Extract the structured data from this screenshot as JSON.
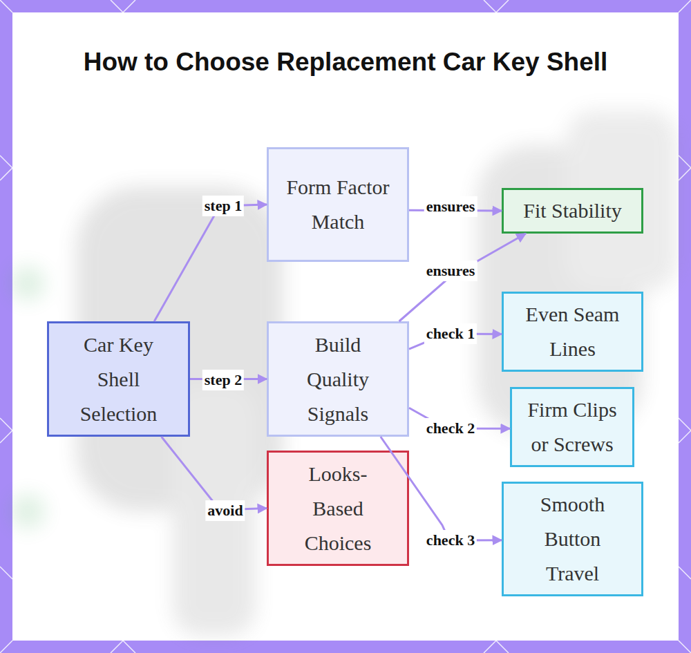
{
  "diagram": {
    "title": "How to Choose Replacement Car Key Shell",
    "nodes": [
      {
        "text": [
          "Car Key Shell Selection"
        ]
      },
      {
        "text": [
          "Form Factor Match"
        ]
      },
      {
        "text": [
          "Fit Stability"
        ]
      },
      {
        "text": [
          "Build Quality Signals"
        ]
      },
      {
        "text": [
          "Even Seam Lines"
        ]
      },
      {
        "text": [
          "Firm Clips or Screws"
        ]
      },
      {
        "text": [
          "Looks-Based Choices"
        ]
      },
      {
        "text": [
          "Smooth Button Travel"
        ]
      }
    ],
    "edges": [
      {
        "from": 0,
        "to": 1,
        "label": "step 1",
        "arrow": "to"
      },
      {
        "from": 0,
        "to": 3,
        "label": "step 2",
        "arrow": "to"
      },
      {
        "from": 0,
        "to": 6,
        "label": "avoid",
        "arrow": "to"
      },
      {
        "from": 1,
        "to": 2,
        "label": "ensures",
        "arrow": "to"
      },
      {
        "from": 3,
        "to": 2,
        "label": "ensures",
        "arrow": "to"
      },
      {
        "from": 3,
        "to": 4,
        "label": "check 1",
        "arrow": "to"
      },
      {
        "from": 3,
        "to": 5,
        "label": "check 2",
        "arrow": "to"
      },
      {
        "from": 3,
        "to": 7,
        "label": "check 3",
        "arrow": "to"
      }
    ]
  }
}
